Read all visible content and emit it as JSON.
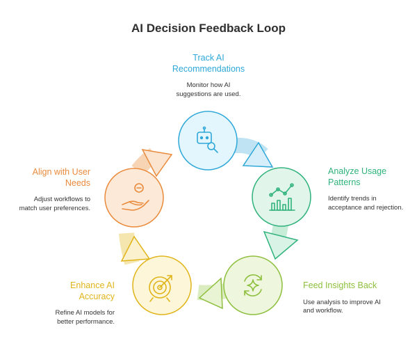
{
  "title": "AI Decision Feedback Loop",
  "steps": [
    {
      "id": "track",
      "title_line1": "Track AI",
      "title_line2": "Recommendations",
      "desc_line1": "Monitor how AI",
      "desc_line2": "suggestions are used.",
      "color": "#2ea8d8",
      "icon": "robot-search-icon"
    },
    {
      "id": "analyze",
      "title_line1": "Analyze Usage",
      "title_line2": "Patterns",
      "desc_line1": "Identify trends in",
      "desc_line2": "acceptance and rejection.",
      "color": "#2fb27b",
      "icon": "chart-icon"
    },
    {
      "id": "feed",
      "title_line1": "Feed Insights Back",
      "title_line2": "",
      "desc_line1": "Use analysis to improve AI",
      "desc_line2": "and workflow.",
      "color": "#8dbf3c",
      "icon": "sparkle-refresh-icon"
    },
    {
      "id": "enhance",
      "title_line1": "Enhance AI",
      "title_line2": "Accuracy",
      "desc_line1": "Refine AI models for",
      "desc_line2": "better performance.",
      "color": "#e0b419",
      "icon": "target-icon"
    },
    {
      "id": "align",
      "title_line1": "Align with User",
      "title_line2": "Needs",
      "desc_line1": "Adjust workflows to",
      "desc_line2": "match user preferences.",
      "color": "#ea8a3b",
      "icon": "hand-coin-icon"
    }
  ]
}
